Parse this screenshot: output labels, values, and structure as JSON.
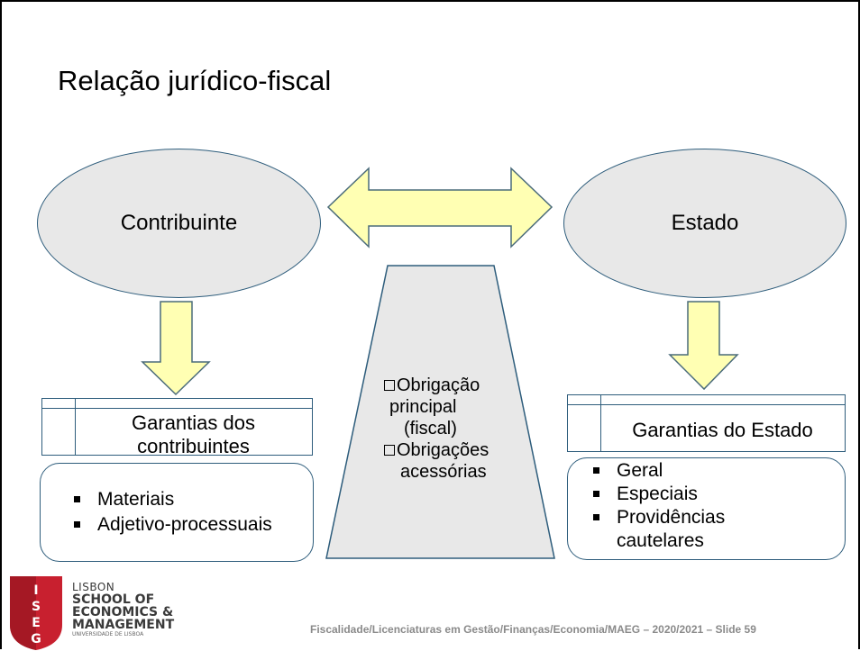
{
  "slide": {
    "title": "Relação jurídico-fiscal",
    "left_party": "Contribuinte",
    "right_party": "Estado",
    "center": {
      "line1": "Obrigação",
      "line2": "principal",
      "line3": "(fiscal)",
      "line4": "Obrigações",
      "line5": "acessórias"
    },
    "left_box": {
      "title_line1": "Garantias dos",
      "title_line2": "contribuintes",
      "items": [
        "Materiais",
        "Adjetivo-processuais"
      ]
    },
    "right_box": {
      "title": "Garantias do Estado",
      "items": [
        "Geral",
        "Especiais",
        "Providências",
        "cautelares"
      ]
    }
  },
  "logo": {
    "line1": "LISBON",
    "line2": "SCHOOL OF",
    "line3": "ECONOMICS &",
    "line4": "MANAGEMENT",
    "line5": "UNIVERSIDADE DE LISBOA",
    "mark": "ISEG"
  },
  "footer": "Fiscalidade/Licenciaturas em Gestão/Finanças/Economia/MAEG – 2020/2021 – Slide 59",
  "colors": {
    "ellipse_fill": "#e8e8e8",
    "outline": "#2e5d7c",
    "arrow_fill": "#ffffb3",
    "arrow_stroke": "#4a6b7a",
    "logo_red": "#c8202f",
    "footer_gray": "#8a8a8a"
  }
}
